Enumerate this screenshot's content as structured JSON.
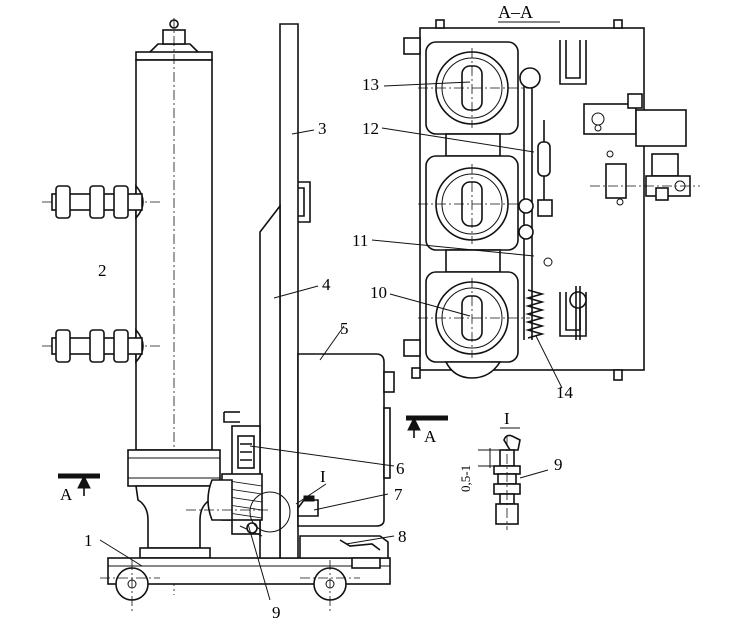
{
  "section": {
    "title": "A–A",
    "marker": "A"
  },
  "detail": {
    "title": "I",
    "gap": "0,5-1",
    "part": "9"
  },
  "callouts": {
    "c1": "1",
    "c2": "2",
    "c3": "3",
    "c4": "4",
    "c5": "5",
    "c6": "6",
    "c7": "7",
    "c8": "8",
    "c9": "9",
    "c10": "10",
    "c11": "11",
    "c12": "12",
    "c13": "13",
    "c14": "14",
    "detail_ref": "I",
    "cut_left": "A",
    "cut_right": "A"
  }
}
